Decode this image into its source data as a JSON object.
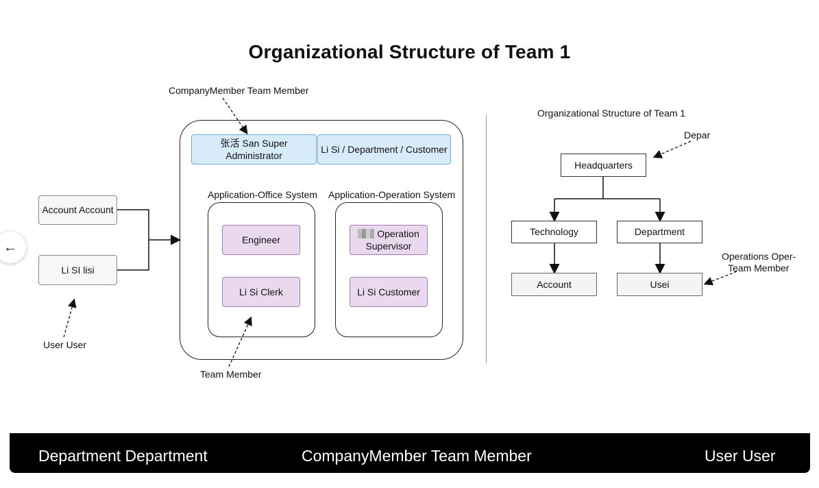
{
  "title": "Organizational Structure of Team 1",
  "left_diagram": {
    "top_annotation": "CompanyMember Team Member",
    "header_boxes": [
      "张活 San Super Administrator",
      "Li Si / Department / Customer"
    ],
    "office_system": {
      "label": "Application-Office System",
      "items": [
        "Engineer",
        "Li Si Clerk"
      ]
    },
    "operation_system": {
      "label": "Application-Operation System",
      "items": [
        "Operation Supervisor",
        "Li Si Customer"
      ]
    },
    "inputs": [
      "Account Account",
      "Li SI lisi"
    ],
    "user_annotation": "User User",
    "team_annotation": "Team Member"
  },
  "right_diagram": {
    "title": "Organizational Structure of Team 1",
    "depar_annotation": "Depar",
    "root": "Headquarters",
    "level2": [
      "Technology",
      "Department"
    ],
    "level3": [
      "Account",
      "Usei"
    ],
    "ops_annotation_line1": "Operations Oper-",
    "ops_annotation_line2": "Team Member"
  },
  "footer": [
    "Department Department",
    "CompanyMember Team Member",
    "User User"
  ],
  "back_icon": "arrow-left-icon",
  "colors": {
    "blue_fill": "#d7ebf8",
    "purple_fill": "#ead9ee",
    "footer_bg": "#000000"
  }
}
